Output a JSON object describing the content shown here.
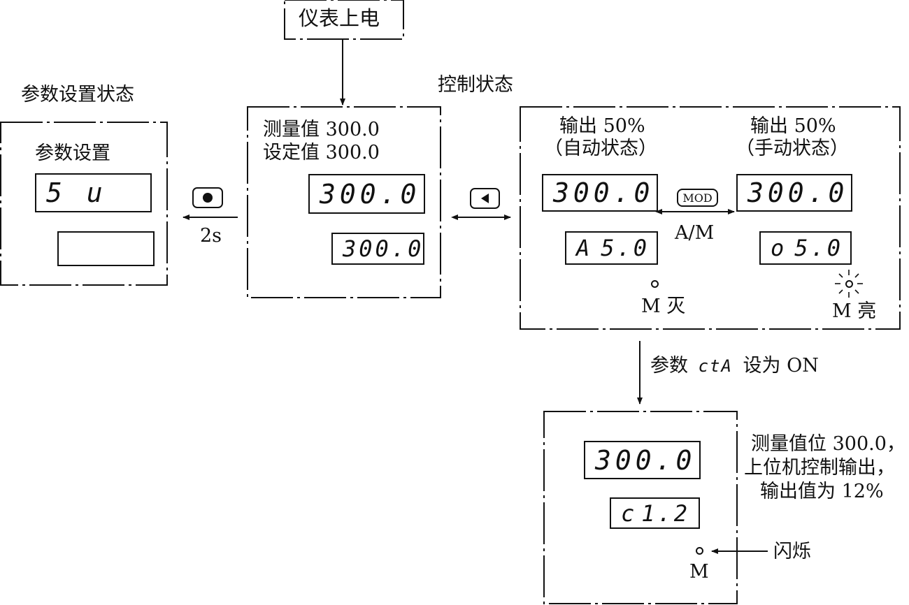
{
  "power_on": {
    "label": "仪表上电"
  },
  "param_state": {
    "title": "参数设置状态",
    "panel_label": "参数设置",
    "display_top": "5 u",
    "display_bottom": ""
  },
  "key_set": {
    "icon": "dot-key-icon",
    "hold": "2s"
  },
  "measure_panel": {
    "measured": "测量值 300.0",
    "setpoint": "设定值 300.0",
    "display_top": "300.0",
    "display_bottom": "300.0"
  },
  "key_left": {
    "icon": "left-triangle-key-icon"
  },
  "control_state": {
    "title": "控制状态",
    "auto": {
      "output": "输出 50%",
      "mode": "（自动状态）",
      "display_top": "300.0",
      "display_bottom_prefix": "A",
      "display_bottom_value": "5.0",
      "led_label": "M 灭"
    },
    "mod_key": {
      "label": "MOD",
      "caption": "A/M"
    },
    "manual": {
      "output": "输出 50%",
      "mode": "（手动状态）",
      "display_top": "300.0",
      "display_bottom_prefix": "o",
      "display_bottom_value": "5.0",
      "led_label": "M 亮"
    }
  },
  "transition": {
    "label_prefix": "参数",
    "param_code": "ctA",
    "label_suffix": "设为 ON"
  },
  "remote_panel": {
    "display_top": "300.0",
    "display_bottom_prefix": "c",
    "display_bottom_value": "1.2",
    "led_label": "M",
    "blink_label": "闪烁",
    "note_line1": "测量值位 300.0，",
    "note_line2": "上位机控制输出，",
    "note_line3": "输出值为 12%"
  }
}
